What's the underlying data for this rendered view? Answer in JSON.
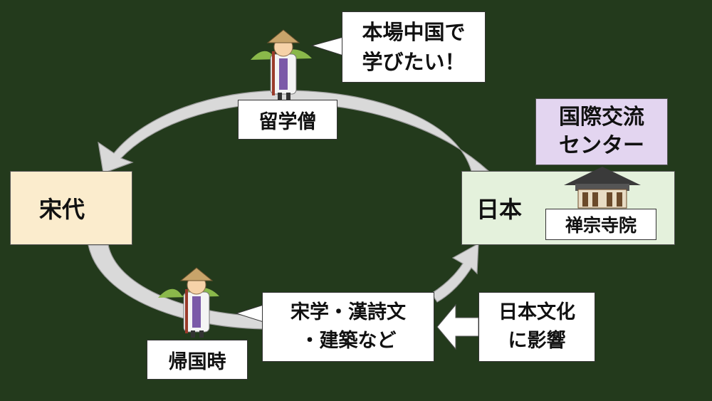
{
  "nodes": {
    "song": "宋代",
    "japan": "日本",
    "center": "国際交流\nセンター",
    "zen": "禅宗寺院",
    "ryugaku": "留学僧",
    "kikoku": "帰国時",
    "culture": "宋学・漢詩文\n・建築など",
    "influence": "日本文化\nに影響"
  },
  "speech_bubble": "本場中国で\n学びたい！",
  "colors": {
    "background": "#233a1c",
    "song_fill": "#fbeccd",
    "japan_fill": "#e4f1dc",
    "center_fill": "#e3d5f0",
    "arrow": "#d4d4d4"
  },
  "icons": [
    "monk-traveler-icon",
    "zen-temple-icon"
  ]
}
